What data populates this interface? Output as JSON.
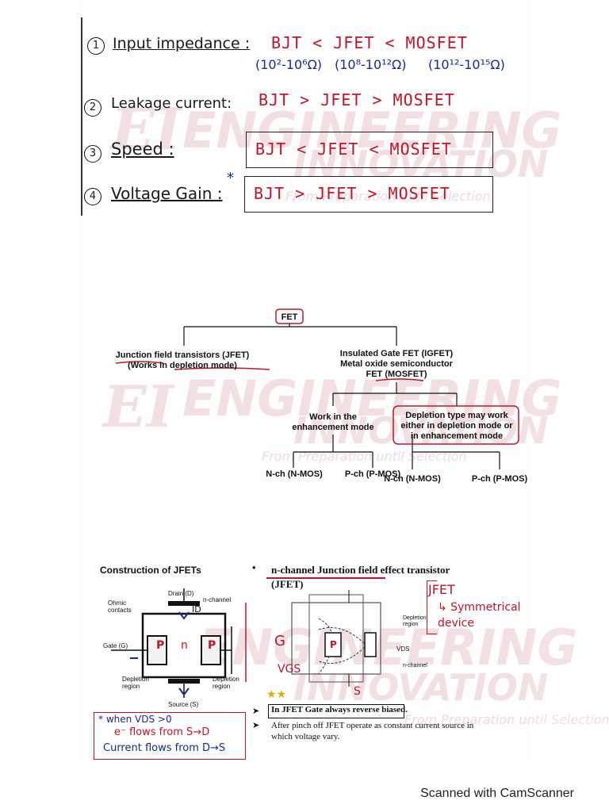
{
  "comparisons": [
    {
      "num": "1",
      "label": "Input impedance :",
      "value": "BJT < JFET < MOSFET",
      "ranges": [
        "(10²-10⁶Ω)",
        "(10⁸-10¹²Ω)",
        "(10¹²-10¹⁵Ω)"
      ]
    },
    {
      "num": "2",
      "label": "Leakage current:",
      "value": "BJT > JFET > MOSFET"
    },
    {
      "num": "3",
      "label": "Speed :",
      "value": "BJT < JFET < MOSFET"
    },
    {
      "num": "4",
      "label": "Voltage Gain :",
      "value": "BJT > JFET > MOSFET",
      "mark": "*"
    }
  ],
  "watermark": {
    "line1": "ENGINEERING",
    "line2": "INNOVATION",
    "tagline": "From Preparation until Selection",
    "logo": "EI"
  },
  "tree": {
    "root": "FET",
    "left": "Junction field transistors (JFET) (Works in depletion mode)",
    "right_l1": "Insulated Gate FET (IGFET)",
    "right_l2": "Metal oxide semiconductor",
    "right_l3": "FET (MOSFET)",
    "enh": "Work in the enhancement mode",
    "dep": "Depletion type may work either in depletion mode or in enhancement mode",
    "leaves": [
      "N-ch (N-MOS)",
      "P-ch (P-MOS)",
      "N-ch (N-MOS)",
      "P-ch (P-MOS)"
    ]
  },
  "jfet": {
    "title": "Construction of JFETs",
    "drain": "Drain (D)",
    "nchannel": "n-channel",
    "ohmic": "Ohmic contacts",
    "gate": "Gate (G)",
    "depl_left": "Depletion region",
    "depl_right": "Depletion region",
    "source": "Source (S)",
    "p_left": "P",
    "n_mid": "n",
    "p_right": "P",
    "id_label": "ID",
    "note_l1": "* when VDS >0",
    "note_l2": "e⁻ flows from S→D",
    "note_l3": "Current flows from D→S"
  },
  "nchannel": {
    "heading": "n-channel Junction field effect transistor (JFET)",
    "side_note_l1": "JFET",
    "side_note_l2": "↳ Symmetrical device",
    "depletion_region": "Depletion region",
    "n_channel": "n-channel",
    "gate_label": "G",
    "vgs": "VGS",
    "source_label": "S",
    "p_label": "P",
    "vds": "VDS",
    "bullet1": "In JFET Gate always reverse biased.",
    "bullet2": "After pinch off JFET operate as constant current source in which voltage vary."
  },
  "footer": "Scanned with CamScanner"
}
